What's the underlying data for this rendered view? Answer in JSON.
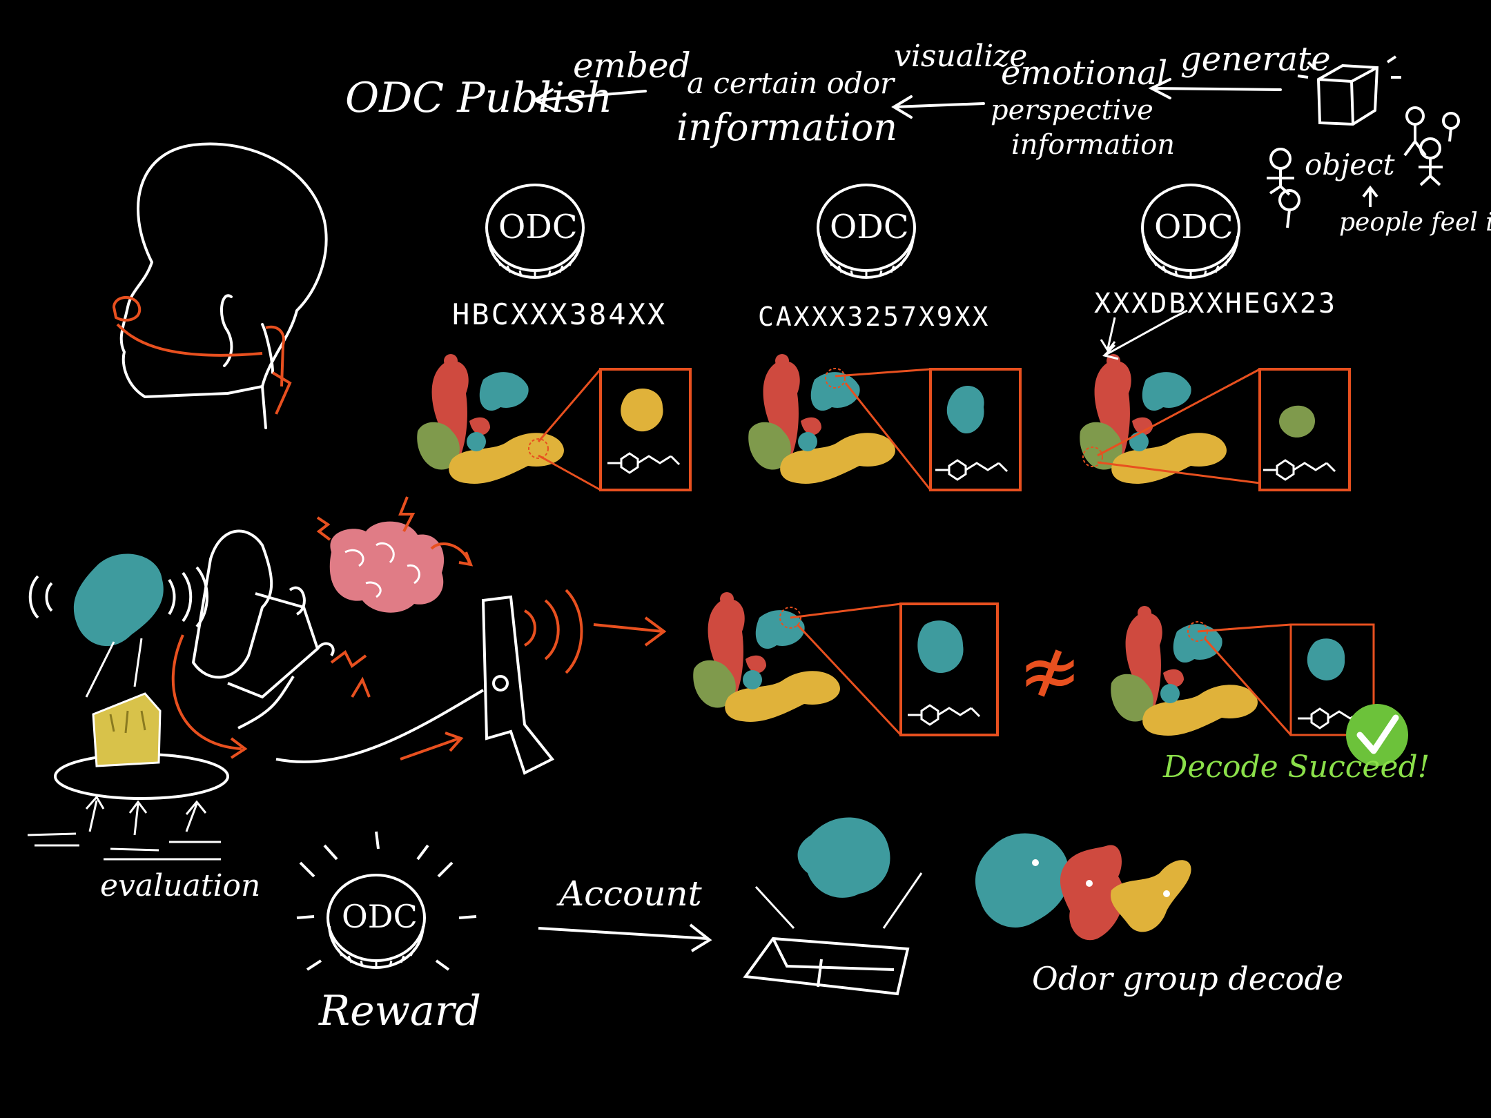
{
  "flow": {
    "publish": "ODC Publish",
    "embed": "embed",
    "odor_info_1": "a certain odor",
    "odor_info_2": "information",
    "visualize": "visualize",
    "emotional_1": "emotional",
    "emotional_2": "perspective",
    "emotional_3": "information",
    "generate": "generate",
    "object": "object",
    "people_feel": "people feel it"
  },
  "coins": [
    {
      "label": "ODC",
      "code": "HBCXXX384XX"
    },
    {
      "label": "ODC",
      "code": "CAXXX3257X9XX"
    },
    {
      "label": "ODC",
      "code": "XXXDBXXHEGX23"
    }
  ],
  "decode": {
    "success": "Decode Succeed!",
    "not_equal": "≉"
  },
  "bottom": {
    "evaluation": "evaluation",
    "reward_coin": "ODC",
    "reward": "Reward",
    "account": "Account",
    "group_decode": "Odor group decode"
  },
  "colors": {
    "background": "#000000",
    "chalk": "#ffffff",
    "accent_orange": "#e8501f",
    "red": "#cf4a3f",
    "teal": "#3e9b9e",
    "yellow": "#e0b23a",
    "olive": "#7f9a4c",
    "brain_pink": "#e07c86",
    "success_green": "#6cc23a"
  }
}
